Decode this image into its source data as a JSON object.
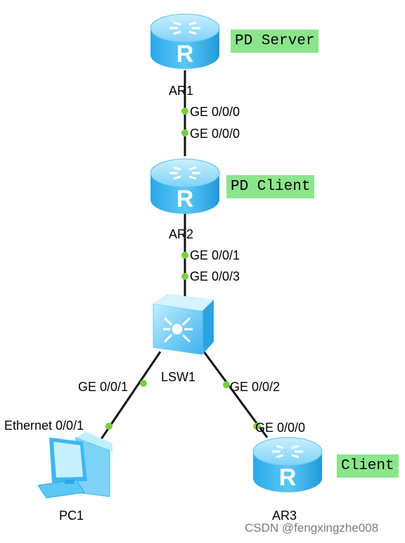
{
  "devices": {
    "ar1": {
      "label": "AR1",
      "role": "PD Server",
      "type": "router"
    },
    "ar2": {
      "label": "AR2",
      "role": "PD Client",
      "type": "router"
    },
    "lsw1": {
      "label": "LSW1",
      "type": "switch"
    },
    "pc1": {
      "label": "PC1",
      "type": "pc"
    },
    "ar3": {
      "label": "AR3",
      "role": "Client",
      "type": "router"
    }
  },
  "links": [
    {
      "from": "ar1",
      "to": "ar2",
      "from_port": "GE 0/0/0",
      "to_port": "GE 0/0/0"
    },
    {
      "from": "ar2",
      "to": "lsw1",
      "from_port": "GE 0/0/1",
      "to_port": "GE 0/0/3"
    },
    {
      "from": "lsw1",
      "to": "pc1",
      "from_port": "GE 0/0/1",
      "to_port": "Ethernet 0/0/1"
    },
    {
      "from": "lsw1",
      "to": "ar3",
      "from_port": "GE 0/0/2",
      "to_port": "GE 0/0/0"
    }
  ],
  "watermark": "CSDN @fengxingzhe008",
  "colors": {
    "device": "#3cb8f0",
    "device_light": "#a8e4fc",
    "port_dot": "#7ccf3a",
    "tag_bg": "#8be68b",
    "link": "#111111"
  }
}
